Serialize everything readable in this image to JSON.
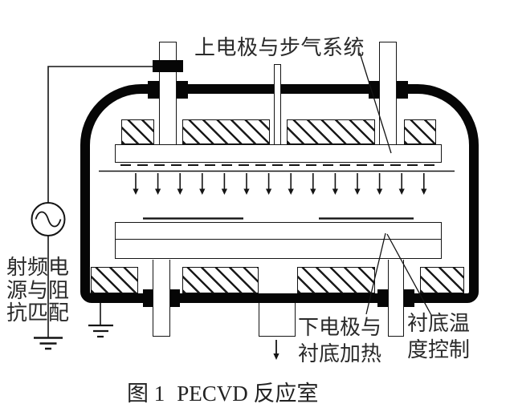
{
  "diagram": {
    "background": "#ffffff",
    "line_color": "#141414",
    "text_color": "#2a2a2a",
    "labels": {
      "gas_system": {
        "text": "上电极与步气系统"
      },
      "rf_power": {
        "lines": [
          "射频电",
          "源与阻",
          "抗匹配"
        ]
      },
      "lower_electrode": {
        "lines": [
          "下电极与",
          "衬底加热"
        ]
      },
      "substrate_temp": {
        "lines": [
          "衬底温",
          "度控制"
        ]
      }
    },
    "caption": {
      "figure_label": "图 1",
      "title": "PECVD 反应室"
    },
    "symbols": {
      "ac_source": "sine-wave-in-circle",
      "ground": "earth-ground-bars",
      "gas_flow": "row-of-down-arrows",
      "exhaust": "down-arrow"
    }
  }
}
